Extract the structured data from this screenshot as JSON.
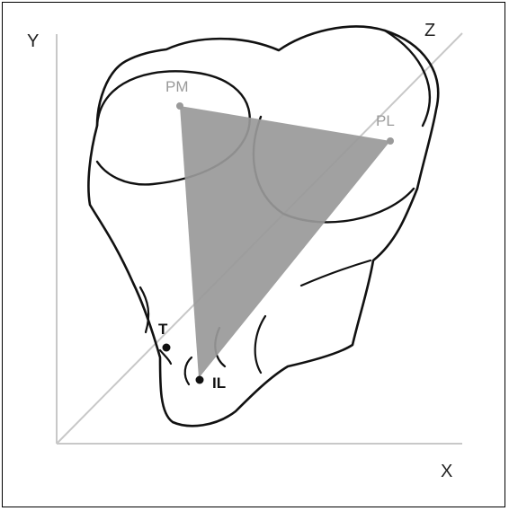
{
  "axes": {
    "x_label": "X",
    "y_label": "Y",
    "z_label": "Z"
  },
  "points": {
    "pm": "PM",
    "pl": "PL",
    "t": "T",
    "il": "IL"
  },
  "colors": {
    "triangle_fill": "#999999",
    "axis_line": "#c8c8c8",
    "outline": "#111111",
    "light_label": "#9a9a9a"
  }
}
